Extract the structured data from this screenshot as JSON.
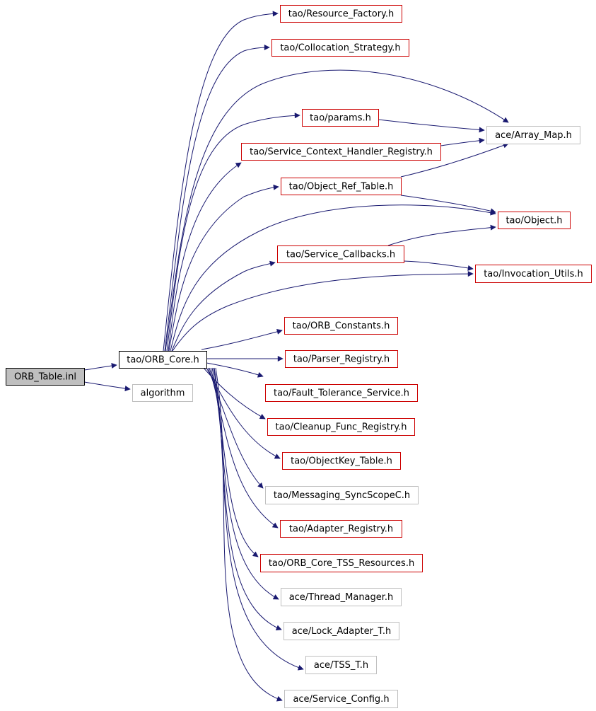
{
  "colors": {
    "edge": "#191970",
    "border_linked": "#cc0000",
    "border_external": "#bfbfbf",
    "border_root": "#000000",
    "fill_root": "#bfbfbf",
    "fill_default": "#ffffff"
  },
  "nodes": {
    "orb_table_inl": {
      "label": "ORB_Table.inl",
      "kind": "root"
    },
    "orb_core_h": {
      "label": "tao/ORB_Core.h",
      "kind": "normal"
    },
    "algorithm": {
      "label": "algorithm",
      "kind": "external"
    },
    "resource_factory": {
      "label": "tao/Resource_Factory.h",
      "kind": "linked"
    },
    "collocation_strategy": {
      "label": "tao/Collocation_Strategy.h",
      "kind": "linked"
    },
    "params": {
      "label": "tao/params.h",
      "kind": "linked"
    },
    "service_context_handler_registry": {
      "label": "tao/Service_Context_Handler_Registry.h",
      "kind": "linked"
    },
    "array_map": {
      "label": "ace/Array_Map.h",
      "kind": "external"
    },
    "object_ref_table": {
      "label": "tao/Object_Ref_Table.h",
      "kind": "linked"
    },
    "object_h": {
      "label": "tao/Object.h",
      "kind": "linked"
    },
    "service_callbacks": {
      "label": "tao/Service_Callbacks.h",
      "kind": "linked"
    },
    "invocation_utils": {
      "label": "tao/Invocation_Utils.h",
      "kind": "linked"
    },
    "orb_constants": {
      "label": "tao/ORB_Constants.h",
      "kind": "linked"
    },
    "parser_registry": {
      "label": "tao/Parser_Registry.h",
      "kind": "linked"
    },
    "fault_tolerance_service": {
      "label": "tao/Fault_Tolerance_Service.h",
      "kind": "linked"
    },
    "cleanup_func_registry": {
      "label": "tao/Cleanup_Func_Registry.h",
      "kind": "linked"
    },
    "objectkey_table": {
      "label": "tao/ObjectKey_Table.h",
      "kind": "linked"
    },
    "messaging_syncscopec": {
      "label": "tao/Messaging_SyncScopeC.h",
      "kind": "external"
    },
    "adapter_registry": {
      "label": "tao/Adapter_Registry.h",
      "kind": "linked"
    },
    "orb_core_tss_resources": {
      "label": "tao/ORB_Core_TSS_Resources.h",
      "kind": "linked"
    },
    "thread_manager": {
      "label": "ace/Thread_Manager.h",
      "kind": "external"
    },
    "lock_adapter_t": {
      "label": "ace/Lock_Adapter_T.h",
      "kind": "external"
    },
    "tss_t": {
      "label": "ace/TSS_T.h",
      "kind": "external"
    },
    "service_config": {
      "label": "ace/Service_Config.h",
      "kind": "external"
    }
  },
  "edges": [
    {
      "from": "orb_table_inl",
      "to": "orb_core_h"
    },
    {
      "from": "orb_table_inl",
      "to": "algorithm"
    },
    {
      "from": "orb_core_h",
      "to": "resource_factory"
    },
    {
      "from": "orb_core_h",
      "to": "collocation_strategy"
    },
    {
      "from": "orb_core_h",
      "to": "array_map"
    },
    {
      "from": "orb_core_h",
      "to": "params"
    },
    {
      "from": "orb_core_h",
      "to": "service_context_handler_registry"
    },
    {
      "from": "orb_core_h",
      "to": "object_ref_table"
    },
    {
      "from": "orb_core_h",
      "to": "object_h"
    },
    {
      "from": "orb_core_h",
      "to": "service_callbacks"
    },
    {
      "from": "orb_core_h",
      "to": "invocation_utils"
    },
    {
      "from": "orb_core_h",
      "to": "orb_constants"
    },
    {
      "from": "orb_core_h",
      "to": "parser_registry"
    },
    {
      "from": "orb_core_h",
      "to": "fault_tolerance_service"
    },
    {
      "from": "orb_core_h",
      "to": "cleanup_func_registry"
    },
    {
      "from": "orb_core_h",
      "to": "objectkey_table"
    },
    {
      "from": "orb_core_h",
      "to": "messaging_syncscopec"
    },
    {
      "from": "orb_core_h",
      "to": "adapter_registry"
    },
    {
      "from": "orb_core_h",
      "to": "orb_core_tss_resources"
    },
    {
      "from": "orb_core_h",
      "to": "thread_manager"
    },
    {
      "from": "orb_core_h",
      "to": "lock_adapter_t"
    },
    {
      "from": "orb_core_h",
      "to": "tss_t"
    },
    {
      "from": "orb_core_h",
      "to": "service_config"
    },
    {
      "from": "params",
      "to": "array_map"
    },
    {
      "from": "service_context_handler_registry",
      "to": "array_map"
    },
    {
      "from": "object_ref_table",
      "to": "array_map"
    },
    {
      "from": "object_ref_table",
      "to": "object_h"
    },
    {
      "from": "service_callbacks",
      "to": "object_h"
    },
    {
      "from": "service_callbacks",
      "to": "invocation_utils"
    }
  ]
}
